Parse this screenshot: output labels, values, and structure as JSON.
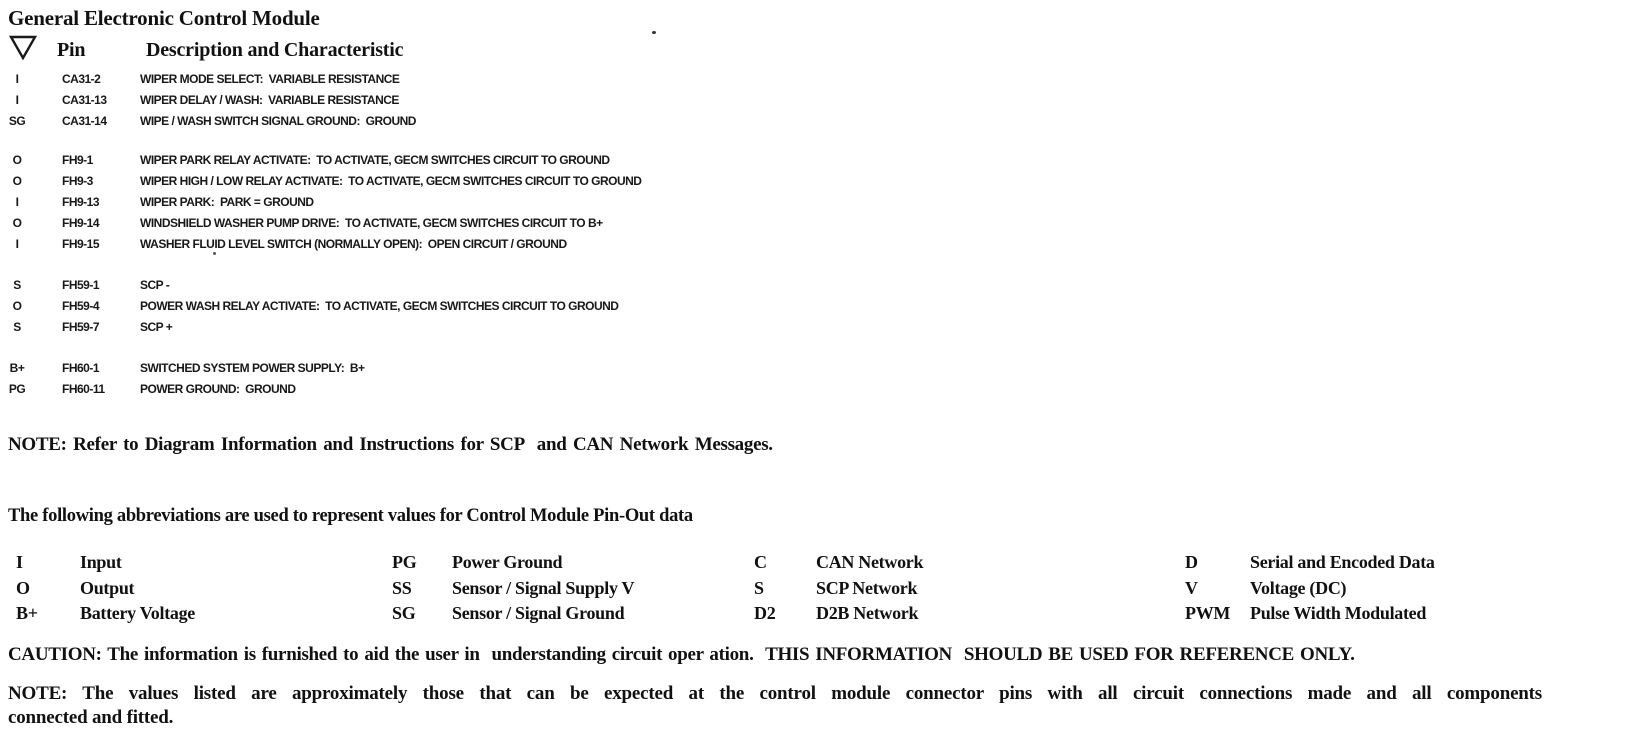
{
  "title": "General Electronic Control Module",
  "table_header": {
    "triangle_icon": "open-triangle-down",
    "pin": "Pin",
    "description": "Description and Characteristic"
  },
  "pins": {
    "groups": [
      {
        "rows": [
          {
            "type": "I",
            "pin": "CA31-2",
            "desc": "WIPER MODE SELECT:  VARIABLE RESISTANCE"
          },
          {
            "type": "I",
            "pin": "CA31-13",
            "desc": "WIPER DELAY / WASH:  VARIABLE RESISTANCE"
          },
          {
            "type": "SG",
            "pin": "CA31-14",
            "desc": "WIPE / WASH SWITCH SIGNAL GROUND:  GROUND"
          }
        ]
      },
      {
        "rows": [
          {
            "type": "O",
            "pin": "FH9-1",
            "desc": "WIPER PARK RELAY ACTIVATE:  TO ACTIVATE, GECM SWITCHES CIRCUIT TO GROUND"
          },
          {
            "type": "O",
            "pin": "FH9-3",
            "desc": "WIPER HIGH / LOW RELAY ACTIVATE:  TO ACTIVATE, GECM SWITCHES CIRCUIT TO GROUND"
          },
          {
            "type": "I",
            "pin": "FH9-13",
            "desc": "WIPER PARK:  PARK = GROUND"
          },
          {
            "type": "O",
            "pin": "FH9-14",
            "desc": "WINDSHIELD WASHER PUMP DRIVE:  TO ACTIVATE, GECM SWITCHES CIRCUIT TO B+"
          },
          {
            "type": "I",
            "pin": "FH9-15",
            "desc": "WASHER FLUID LEVEL SWITCH (NORMALLY OPEN):  OPEN CIRCUIT / GROUND"
          }
        ]
      },
      {
        "rows": [
          {
            "type": "S",
            "pin": "FH59-1",
            "desc": "SCP -"
          },
          {
            "type": "O",
            "pin": "FH59-4",
            "desc": "POWER WASH RELAY ACTIVATE:  TO ACTIVATE, GECM SWITCHES CIRCUIT TO GROUND"
          },
          {
            "type": "S",
            "pin": "FH59-7",
            "desc": "SCP +"
          }
        ]
      },
      {
        "rows": [
          {
            "type": "B+",
            "pin": "FH60-1",
            "desc": "SWITCHED SYSTEM POWER SUPPLY:  B+"
          },
          {
            "type": "PG",
            "pin": "FH60-11",
            "desc": "POWER GROUND:  GROUND"
          }
        ]
      }
    ]
  },
  "note_scp_can": "NOTE: Refer to Diagram Information and Instructions for SCP  and CAN Network Messages.",
  "abbreviations": {
    "intro": "The following abbreviations are used to represent values for Control Module Pin-Out data",
    "columns": [
      {
        "entries": [
          {
            "code": "I",
            "label": "Input"
          },
          {
            "code": "O",
            "label": "Output"
          },
          {
            "code": "B+",
            "label": "Battery Voltage"
          }
        ]
      },
      {
        "entries": [
          {
            "code": "PG",
            "label": "Power Ground"
          },
          {
            "code": "SS",
            "label": "Sensor / Signal Supply V"
          },
          {
            "code": "SG",
            "label": "Sensor / Signal Ground"
          }
        ]
      },
      {
        "entries": [
          {
            "code": "C",
            "label": "CAN Network"
          },
          {
            "code": "S",
            "label": "SCP Network"
          },
          {
            "code": "D2",
            "label": "D2B Network"
          }
        ]
      },
      {
        "entries": [
          {
            "code": "D",
            "label": "Serial and Encoded Data"
          },
          {
            "code": "V",
            "label": "Voltage (DC)"
          },
          {
            "code": "PWM",
            "label": "Pulse Width Modulated"
          }
        ]
      }
    ]
  },
  "caution": "CAUTION: The information is furnished to aid the user in  understanding circuit oper ation.  THIS INFORMATION  SHOULD BE USED FOR REFERENCE ONLY.",
  "note_values": {
    "line1": "NOTE: The values listed are approximately those that can be expected at the control module connector pins with all circuit connections made and all components",
    "line2": "connected and fitted."
  }
}
